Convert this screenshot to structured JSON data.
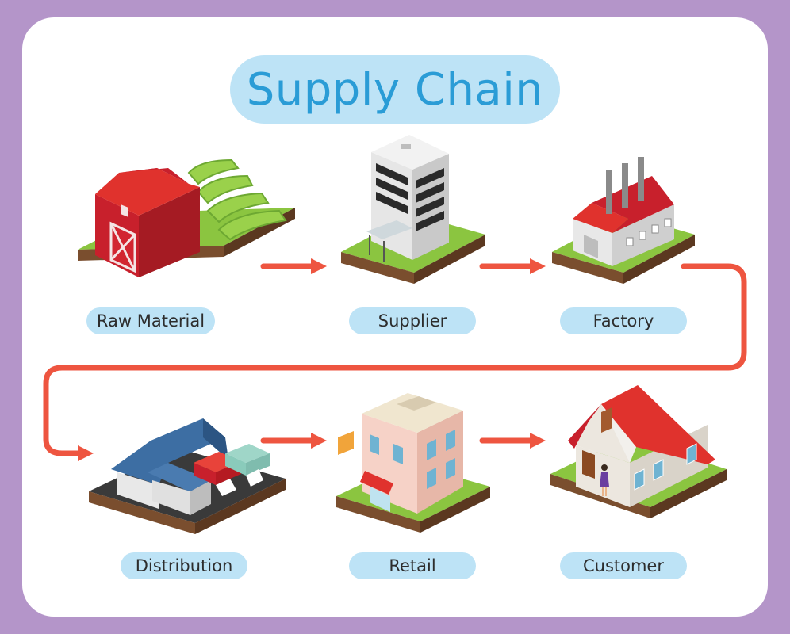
{
  "title": "Supply Chain",
  "stages": [
    {
      "label": "Raw Material"
    },
    {
      "label": "Supplier"
    },
    {
      "label": "Factory"
    },
    {
      "label": "Distribution"
    },
    {
      "label": "Retail"
    },
    {
      "label": "Customer"
    }
  ],
  "colors": {
    "background": "#b495c9",
    "card": "#ffffff",
    "pill": "#bde3f6",
    "title_text": "#2a9cd6",
    "arrow": "#ee5540",
    "grass": "#8bc540",
    "soil": "#7a4e2e",
    "barn_red": "#c8202c",
    "roof_red": "#e0322d"
  },
  "icons": [
    "barn-icon",
    "office-building-icon",
    "factory-icon",
    "warehouse-icon",
    "shop-icon",
    "house-icon"
  ]
}
